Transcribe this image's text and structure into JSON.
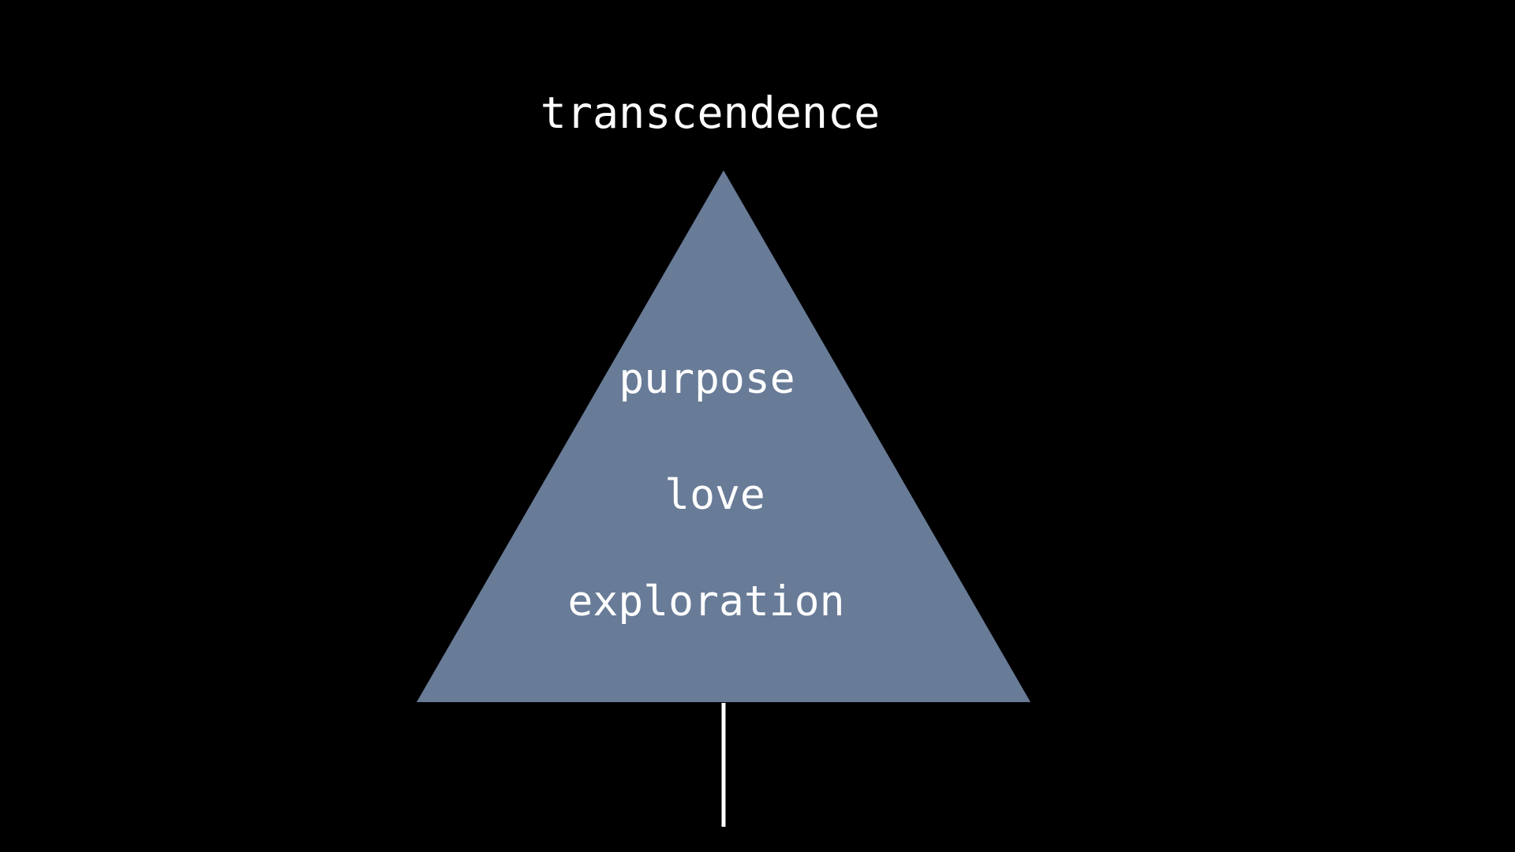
{
  "diagram": {
    "top_label": "transcendence",
    "levels": [
      "purpose",
      "love",
      "exploration"
    ],
    "colors": {
      "background": "#000000",
      "triangle": "#687b97",
      "text": "#ffffff",
      "stem": "#ffffff"
    }
  }
}
